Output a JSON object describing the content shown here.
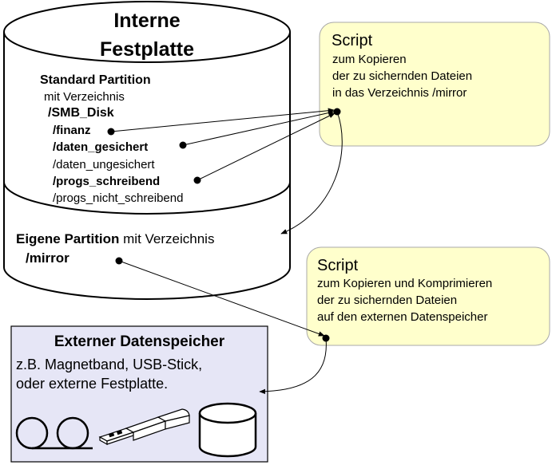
{
  "disk": {
    "title_line1": "Interne",
    "title_line2": "Festplatte",
    "standard_partition": {
      "label": "Standard Partition",
      "subtitle": "mit Verzeichnis",
      "root_dir": "/SMB_Disk",
      "dirs": [
        "/finanz",
        "/daten_gesichert",
        "/daten_ungesichert",
        "/progs_schreibend",
        "/progs_nicht_schreibend"
      ]
    },
    "own_partition": {
      "label": "Eigene Partition",
      "suffix": " mit Verzeichnis",
      "dir": "/mirror"
    }
  },
  "script1": {
    "title": "Script",
    "lines": [
      "zum Kopieren",
      "der zu sichernden Dateien",
      "in das Verzeichnis /mirror"
    ]
  },
  "script2": {
    "title": "Script",
    "lines": [
      "zum Kopieren und Komprimieren",
      "der zu sichernden Dateien",
      "auf den externen Datenspeicher"
    ]
  },
  "external": {
    "title": "Externer Datenspeicher",
    "lines": [
      "z.B. Magnetband, USB-Stick,",
      "oder externe Festplatte."
    ]
  },
  "colors": {
    "script_fill": "#ffffcc",
    "external_fill": "#e6e6f6",
    "stroke": "#000000"
  },
  "icons": [
    "tape-reels-icon",
    "usb-stick-icon",
    "hard-disk-icon"
  ]
}
